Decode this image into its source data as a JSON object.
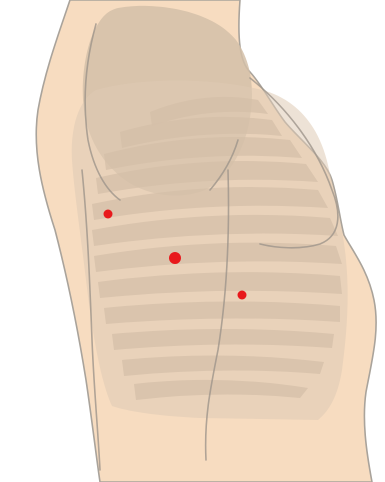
{
  "figure": {
    "subject": "thorax-lateral-view",
    "colors": {
      "background": "#ffffff",
      "skin": "#f7dcc0",
      "skin_outline": "#a9a39b",
      "bone": "#d4bfa8",
      "bone_light": "#decbb5",
      "contour_line": "#9d958b",
      "marker": "#e8191c"
    },
    "markers": [
      {
        "id": "marker-upper",
        "size": "small"
      },
      {
        "id": "marker-middle",
        "size": "large"
      },
      {
        "id": "marker-lower",
        "size": "small"
      }
    ]
  }
}
